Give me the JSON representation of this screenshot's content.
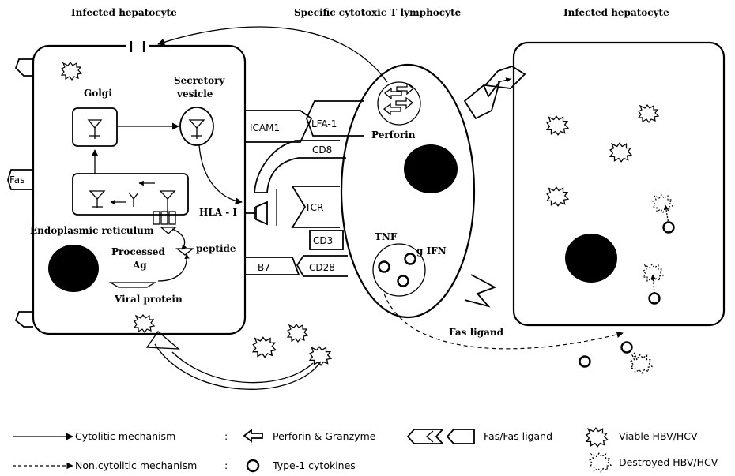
{
  "titles": {
    "left_cell": "Infected hepatocyte",
    "ctl": "Specific cytotoxic T lymphocyte",
    "right_cell": "Infected hepatocyte"
  },
  "labels": {
    "golgi": "Golgi",
    "secretory_line1": "Secretory",
    "secretory_line2": "vesicle",
    "er": "Endoplasmic reticulum",
    "processed_line1": "Processed",
    "processed_line2": "Ag",
    "peptide": "peptide",
    "viral_protein": "Viral protein",
    "fas": "Fas",
    "hla": "HLA - I",
    "icam1": "ICAM1",
    "lfa1": "LFA-1",
    "cd8": "CD8",
    "tcr": "TCR",
    "cd3": "CD3",
    "b7": "B7",
    "cd28": "CD28",
    "perforin": "Perforin",
    "tnf": "TNF",
    "ifn": "g IFN",
    "fas_ligand": "Fas ligand"
  },
  "legend": {
    "colon": ":",
    "cytolytic": "Cytolitic mechanism",
    "noncytolytic": "Non.cytolitic mechanism",
    "perforin": "Perforin & Granzyme",
    "cytokines": "Type-1 cytokines",
    "fas": "Fas/Fas ligand",
    "viable": "Viable HBV/HCV",
    "destroyed": "Destroyed HBV/HCV"
  }
}
